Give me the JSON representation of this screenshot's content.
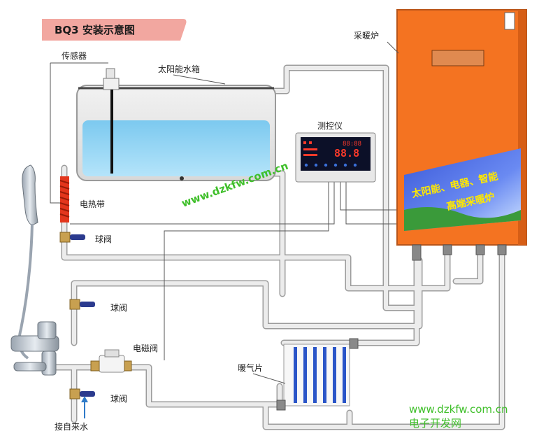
{
  "title": "BQ3  安装示意图",
  "labels": {
    "sensor": "传感器",
    "solar_tank": "太阳能水箱",
    "controller": "测控仪",
    "boiler": "采暖炉",
    "heating_tape": "电热带",
    "ball_valve_1": "球阀",
    "ball_valve_2": "球阀",
    "ball_valve_3": "球阀",
    "solenoid_valve": "电磁阀",
    "radiator": "暖气片",
    "water_inlet": "接自来水"
  },
  "boiler_banner": {
    "line1": "太阳能、电器、智能",
    "line2": "高端采暖炉"
  },
  "controller_display": {
    "digits_top": "88:88",
    "digits_main": "88.8"
  },
  "watermarks": {
    "diagonal": "www.dzkfw.com.cn",
    "bottom_url": "www.dzkfw.com.cn",
    "bottom_name": "电子开发网"
  },
  "colors": {
    "boiler": "#f47321",
    "water": "#8ad4f5",
    "pipe": "#dcdcdc",
    "heating_tape": "#e3361c",
    "valve_handle": "#2b3a8e",
    "watermark": "#3fbf2a",
    "title_banner": "#f2a7a0"
  }
}
